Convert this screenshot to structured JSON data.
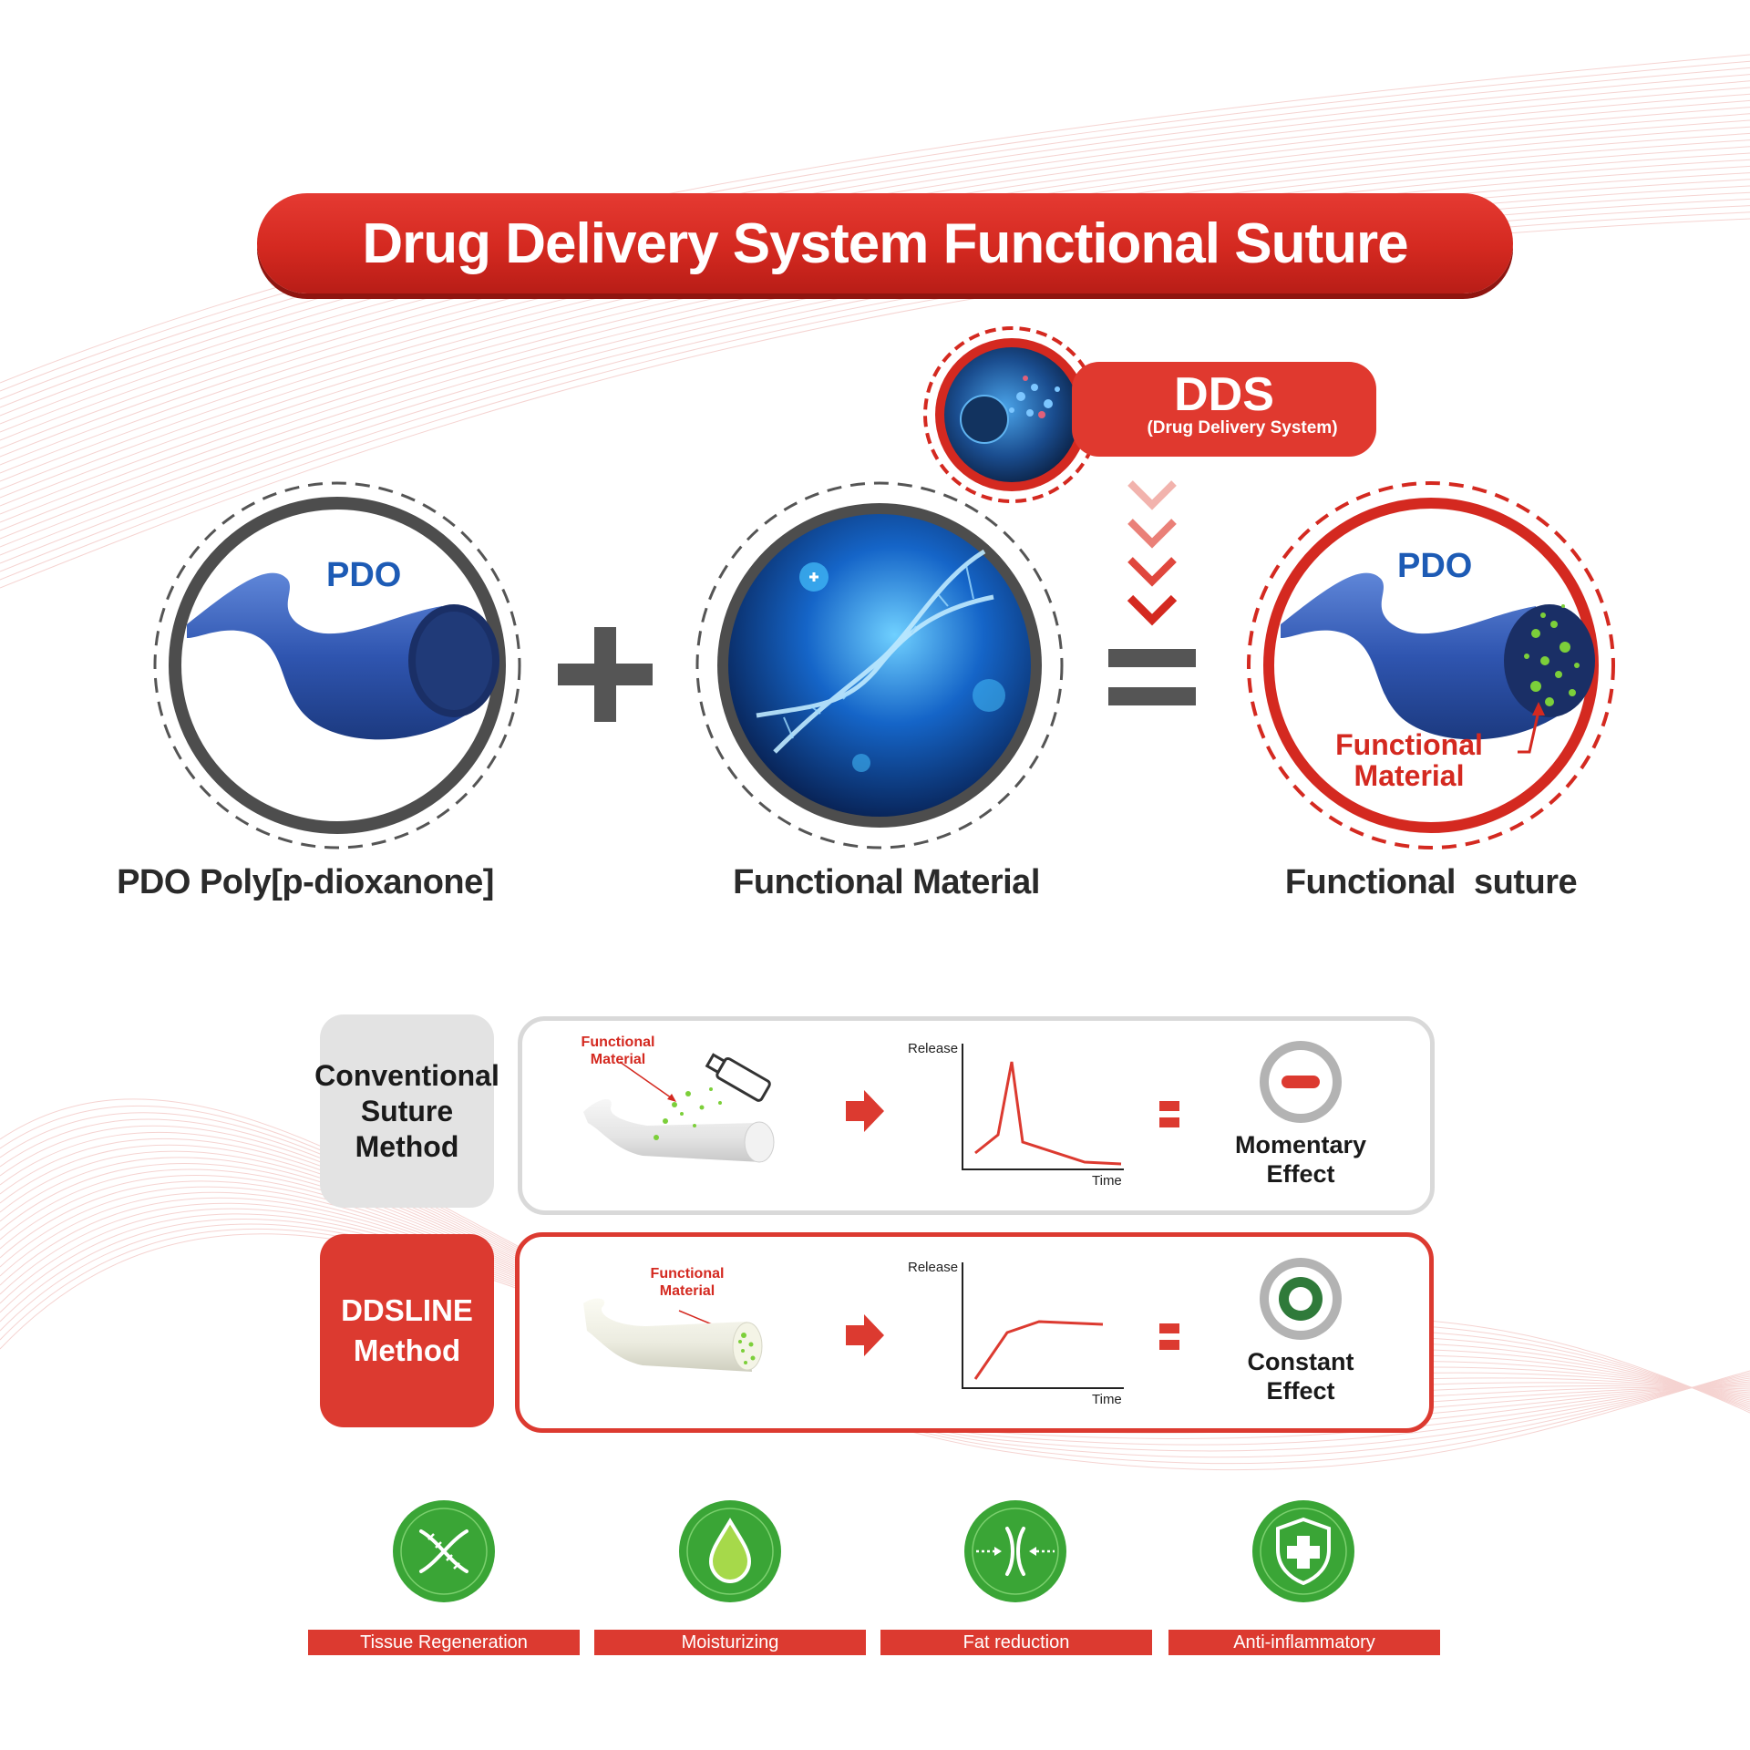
{
  "title": "Drug Delivery System Functional Suture",
  "dds": {
    "title": "DDS",
    "subtitle": "(Drug Delivery System)"
  },
  "components": {
    "pdo": {
      "tag": "PDO",
      "caption": "PDO Poly[p-dioxanone]"
    },
    "functional_material": {
      "caption": "Functional Material"
    },
    "functional_suture": {
      "tag": "PDO",
      "inner_label_1": "Functional",
      "inner_label_2": "Material",
      "caption": "Functional  suture"
    }
  },
  "methods": {
    "conventional": {
      "label_lines": [
        "Conventional",
        "Suture",
        "Method"
      ],
      "material_lines": [
        "Functional",
        "Material"
      ],
      "graph": {
        "ylabel": "Release",
        "xlabel": "Time"
      },
      "effect_lines": [
        "Momentary",
        "Effect"
      ]
    },
    "ddsline": {
      "label_lines": [
        "DDSLINE",
        "Method"
      ],
      "material_lines": [
        "Functional",
        "Material"
      ],
      "graph": {
        "ylabel": "Release",
        "xlabel": "Time"
      },
      "effect_lines": [
        "Constant",
        "Effect"
      ]
    }
  },
  "benefits": [
    {
      "label": "Tissue Regeneration",
      "icon": "dna-icon"
    },
    {
      "label": "Moisturizing",
      "icon": "water-drop-icon"
    },
    {
      "label": "Fat reduction",
      "icon": "fat-reduction-icon"
    },
    {
      "label": "Anti-inflammatory",
      "icon": "shield-cross-icon"
    }
  ],
  "colors": {
    "accent_red": "#dc3a30",
    "pdo_blue": "#2f55b0",
    "benefit_green": "#3aa536",
    "dark_gray": "#555555"
  }
}
